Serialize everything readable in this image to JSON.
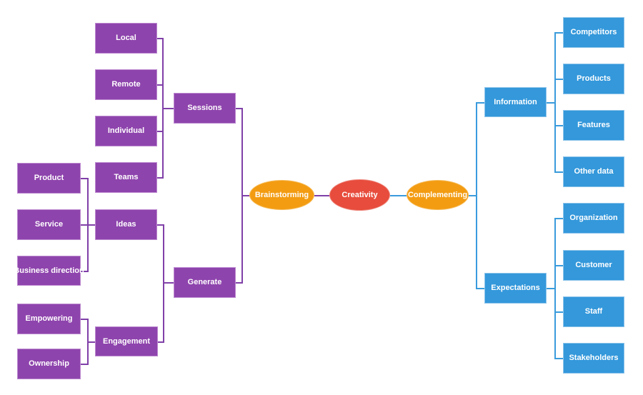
{
  "diagram": {
    "root": {
      "label": "Creativity"
    },
    "left_branch": {
      "label": "Brainstorming",
      "groups": [
        {
          "label": "Sessions",
          "children": [
            {
              "label": "Local"
            },
            {
              "label": "Remote"
            },
            {
              "label": "Individual"
            },
            {
              "label": "Teams"
            }
          ]
        },
        {
          "label": "Generate",
          "children": [
            {
              "label": "Ideas",
              "children": [
                {
                  "label": "Product"
                },
                {
                  "label": "Service"
                },
                {
                  "label": "Business direction"
                }
              ]
            },
            {
              "label": "Engagement",
              "children": [
                {
                  "label": "Empowering"
                },
                {
                  "label": "Ownership"
                }
              ]
            }
          ]
        }
      ]
    },
    "right_branch": {
      "label": "Complementing",
      "groups": [
        {
          "label": "Information",
          "children": [
            {
              "label": "Competitors"
            },
            {
              "label": "Products"
            },
            {
              "label": "Features"
            },
            {
              "label": "Other data"
            }
          ]
        },
        {
          "label": "Expectations",
          "children": [
            {
              "label": "Organization"
            },
            {
              "label": "Customer"
            },
            {
              "label": "Staff"
            },
            {
              "label": "Stakeholders"
            }
          ]
        }
      ]
    }
  },
  "colors": {
    "purple_node": "#8e44ad",
    "purple_connector": "#8040a8",
    "blue_node": "#3498db",
    "blue_connector": "#3a9bdc",
    "orange_topic": "#f39c12",
    "red_root": "#e74c3c",
    "background": "#ffffff",
    "node_text": "#ffffff"
  }
}
